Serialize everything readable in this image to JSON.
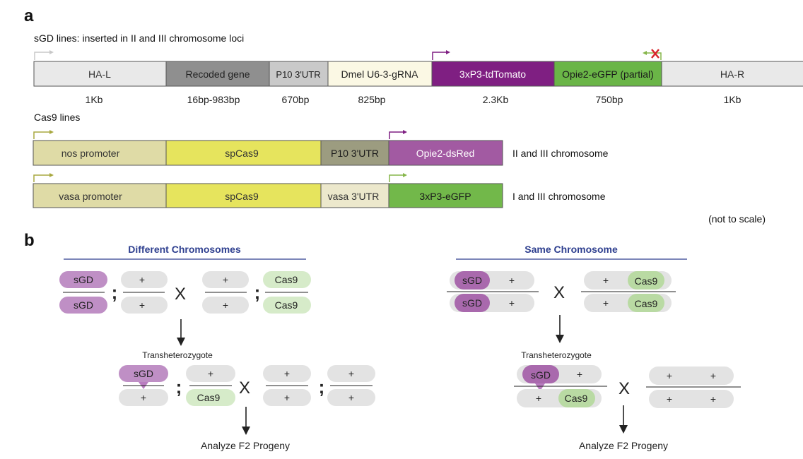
{
  "panel_a": {
    "label": "a",
    "sgd_title": "sGD lines: inserted in II and III chromosome loci",
    "sgd_segments": [
      {
        "label": "HA-L",
        "size": "1Kb",
        "color": "#e9e9e9",
        "text_color": "#333333"
      },
      {
        "label": "Recoded gene",
        "size": "16bp-983bp",
        "color": "#8f8f8f",
        "text_color": "#222222"
      },
      {
        "label": "P10 3'UTR",
        "size": "670bp",
        "color": "#c9c9c9",
        "text_color": "#222222"
      },
      {
        "label": "Dmel U6-3-gRNA",
        "size": "825bp",
        "color": "#fbf8e4",
        "text_color": "#222222"
      },
      {
        "label": "3xP3-tdTomato",
        "size": "2.3Kb",
        "color": "#7f1f82",
        "text_color": "#ffffff"
      },
      {
        "label": "Opie2-eGFP (partial)",
        "size": "750bp",
        "color": "#6ab547",
        "text_color": "#1a1a1a"
      },
      {
        "label": "HA-R",
        "size": "1Kb",
        "color": "#e9e9e9",
        "text_color": "#333333"
      }
    ],
    "cas9_title": "Cas9 lines",
    "cas9_lines": [
      {
        "segments": [
          {
            "label": "nos promoter",
            "color": "#dfdba6",
            "text_color": "#333333"
          },
          {
            "label": "spCas9",
            "color": "#e6e45d",
            "text_color": "#333333"
          },
          {
            "label": "P10 3'UTR",
            "color": "#9c9c80",
            "text_color": "#1a1a1a"
          },
          {
            "label": "Opie2-dsRed",
            "color": "#a25aa2",
            "text_color": "#ffffff"
          }
        ],
        "chromosome": "II and III chromosome"
      },
      {
        "segments": [
          {
            "label": "vasa promoter",
            "color": "#dfdba6",
            "text_color": "#333333"
          },
          {
            "label": "spCas9",
            "color": "#e6e45d",
            "text_color": "#333333"
          },
          {
            "label": "vasa 3'UTR",
            "color": "#ece8cc",
            "text_color": "#333333"
          },
          {
            "label": "3xP3-eGFP",
            "color": "#72b84a",
            "text_color": "#1a1a1a"
          }
        ],
        "chromosome": "I and III chromosome"
      }
    ],
    "scale_note": "(not to scale)"
  },
  "panel_b": {
    "label": "b",
    "left": {
      "title": "Different Chromosomes",
      "sgd": "sGD",
      "cas9": "Cas9",
      "plus": "+",
      "cross": "X",
      "separator": ";",
      "transhet": "Transheterozygote",
      "analyze": "Analyze F2 Progeny"
    },
    "right": {
      "title": "Same Chromosome",
      "sgd": "sGD",
      "cas9": "Cas9",
      "plus": "+",
      "cross": "X",
      "transhet": "Transheterozygote",
      "analyze": "Analyze F2 Progeny"
    }
  },
  "colors": {
    "title_blue": "#2e3f8f",
    "pill_gray": "#e3e3e3",
    "sgd_purple": "#bf8fc5",
    "sgd_dark": "#a969ad",
    "cas9_green": "#d6ebc9",
    "cas9_green_dark": "#b9daa3",
    "arrow_gray": "#c8c8c8",
    "arrow_purple": "#7f1f82",
    "arrow_green": "#86b64a",
    "red_x": "#d8262c"
  }
}
